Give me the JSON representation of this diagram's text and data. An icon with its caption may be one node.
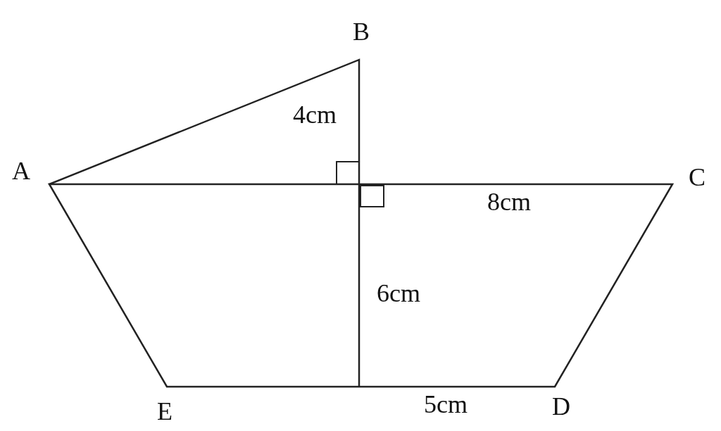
{
  "diagram": {
    "labels": [
      "B",
      "A",
      "C",
      "4cm",
      "8cm",
      "6cm",
      "E",
      "5cm",
      "D"
    ]
  }
}
